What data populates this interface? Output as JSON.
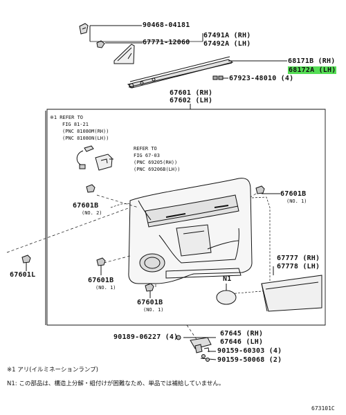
{
  "parts": {
    "p90468": "90468-04181",
    "p67771": "67771-12060",
    "p67491": "67491A (RH)",
    "p67492": "67492A (LH)",
    "p68171": "68171B (RH)",
    "p68172": "68172A (LH)",
    "p67923": "67923-48010 (4)",
    "p67601rh": "67601 (RH)",
    "p67602lh": "67602 (LH)",
    "p67601b_right": "67601B",
    "p67601b_right_no": "(NO. 1)",
    "p67601b_left": "67601B",
    "p67601b_left_no": "(NO. 2)",
    "p67601l": "67601L",
    "p67601b_mid": "67601B",
    "p67601b_mid_no": "(NO. 1)",
    "p67601b_bot": "67601B",
    "p67601b_bot_no": "(NO. 1)",
    "p67777": "67777 (RH)",
    "p67778": "67778 (LH)",
    "n1": "N1",
    "p90189": "90189-06227 (4)",
    "p67645": "67645 (RH)",
    "p67646": "67646 (LH)",
    "p90159a": "90159-60303 (4)",
    "p90159b": "90159-50068 (2)"
  },
  "refs": {
    "ref1_line1": "※1 REFER TO",
    "ref1_line2": "FIG 81-21",
    "ref1_line3": "(PNC 81080M(RH))",
    "ref1_line4": "(PNC 81080N(LH))",
    "ref2_line1": "REFER TO",
    "ref2_line2": "FIG 67-03",
    "ref2_line3": "(PNC 69205(RH))",
    "ref2_line4": "(PNC 69206B(LH))"
  },
  "notes": {
    "note1": "※1 アリ(イルミネーションランプ)",
    "note2": "N1: この部品は、構造上分解・組付けが困難なため、単品では補給していません。"
  },
  "figure_id": "673101C",
  "highlight_color": "#55dd55"
}
